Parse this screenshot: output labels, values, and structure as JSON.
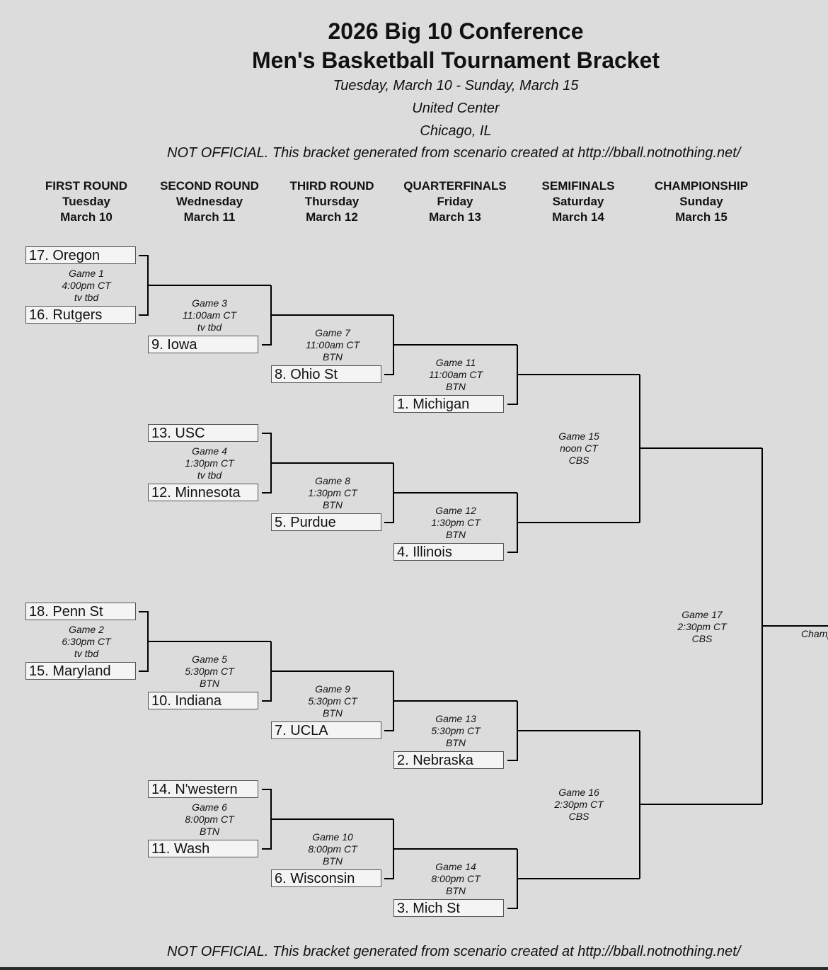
{
  "header": {
    "title_line1": "2026 Big 10 Conference",
    "title_line2": "Men's Basketball Tournament Bracket",
    "dates": "Tuesday, March 10 - Sunday, March 15",
    "venue": "United Center",
    "city": "Chicago, IL",
    "notice": "NOT OFFICIAL.  This bracket generated from scenario created at http://bball.notnothing.net/"
  },
  "rounds": [
    {
      "name": "FIRST ROUND",
      "day": "Tuesday",
      "date": "March 10"
    },
    {
      "name": "SECOND ROUND",
      "day": "Wednesday",
      "date": "March 11"
    },
    {
      "name": "THIRD ROUND",
      "day": "Thursday",
      "date": "March 12"
    },
    {
      "name": "QUARTERFINALS",
      "day": "Friday",
      "date": "March 13"
    },
    {
      "name": "SEMIFINALS",
      "day": "Saturday",
      "date": "March 14"
    },
    {
      "name": "CHAMPIONSHIP",
      "day": "Sunday",
      "date": "March 15"
    }
  ],
  "teams": {
    "oregon": "17. Oregon",
    "rutgers": "16. Rutgers",
    "iowa": "9. Iowa",
    "ohiost": "8. Ohio St",
    "michigan": "1. Michigan",
    "usc": "13. USC",
    "minnesota": "12. Minnesota",
    "purdue": "5. Purdue",
    "illinois": "4. Illinois",
    "pennst": "18. Penn St",
    "maryland": "15. Maryland",
    "indiana": "10. Indiana",
    "ucla": "7. UCLA",
    "nebraska": "2. Nebraska",
    "nwestern": "14. N'western",
    "wash": "11. Wash",
    "wisconsin": "6. Wisconsin",
    "michst": "3. Mich St"
  },
  "games": {
    "g1": {
      "name": "Game 1",
      "time": "4:00pm CT",
      "tv": "tv tbd"
    },
    "g2": {
      "name": "Game 2",
      "time": "6:30pm CT",
      "tv": "tv tbd"
    },
    "g3": {
      "name": "Game 3",
      "time": "11:00am CT",
      "tv": "tv tbd"
    },
    "g4": {
      "name": "Game 4",
      "time": "1:30pm CT",
      "tv": "tv tbd"
    },
    "g5": {
      "name": "Game 5",
      "time": "5:30pm CT",
      "tv": "BTN"
    },
    "g6": {
      "name": "Game 6",
      "time": "8:00pm CT",
      "tv": "BTN"
    },
    "g7": {
      "name": "Game 7",
      "time": "11:00am CT",
      "tv": "BTN"
    },
    "g8": {
      "name": "Game 8",
      "time": "1:30pm CT",
      "tv": "BTN"
    },
    "g9": {
      "name": "Game 9",
      "time": "5:30pm CT",
      "tv": "BTN"
    },
    "g10": {
      "name": "Game 10",
      "time": "8:00pm CT",
      "tv": "BTN"
    },
    "g11": {
      "name": "Game 11",
      "time": "11:00am CT",
      "tv": "BTN"
    },
    "g12": {
      "name": "Game 12",
      "time": "1:30pm CT",
      "tv": "BTN"
    },
    "g13": {
      "name": "Game 13",
      "time": "5:30pm CT",
      "tv": "BTN"
    },
    "g14": {
      "name": "Game 14",
      "time": "8:00pm CT",
      "tv": "BTN"
    },
    "g15": {
      "name": "Game 15",
      "time": "noon CT",
      "tv": "CBS"
    },
    "g16": {
      "name": "Game 16",
      "time": "2:30pm CT",
      "tv": "CBS"
    },
    "g17": {
      "name": "Game 17",
      "time": "2:30pm CT",
      "tv": "CBS"
    }
  },
  "champion_label": "Champ"
}
